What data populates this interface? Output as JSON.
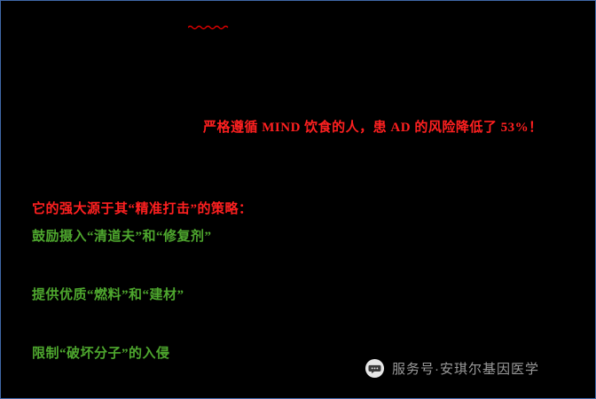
{
  "slide": {
    "headline": "严格遵循 MIND 饮食的人，患 AD 的风险降低了 53%！",
    "strategy_intro": "它的强大源于其“精准打击”的策略：",
    "points": [
      "鼓励摄入“清道夫”和“修复剂”",
      "提供优质“燃料”和“建材”",
      "限制“破坏分子”的入侵"
    ]
  },
  "watermark": {
    "label": "服务号·安琪尔基因医学"
  },
  "icons": {
    "squiggle": "red-squiggle-underline-icon",
    "wechat_bubble": "wechat-chat-bubble-icon"
  },
  "colors": {
    "background": "#000000",
    "border": "#4068A8",
    "headline_red": "#FF2020",
    "point_green": "#4EA72E",
    "watermark_gray": "#9B9B9B"
  }
}
